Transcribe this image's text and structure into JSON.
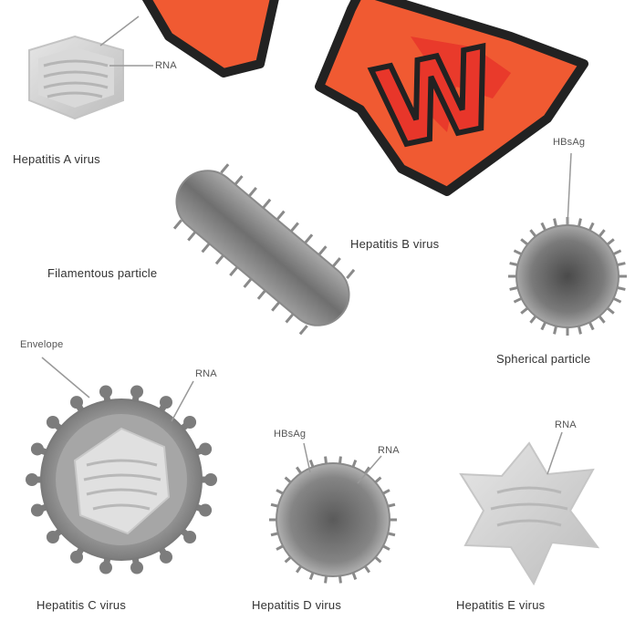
{
  "labels": {
    "hep_a": "Hepatitis A virus",
    "hep_b": "Hepatitis B virus",
    "filamentous": "Filamentous particle",
    "spherical": "Spherical particle",
    "hep_c": "Hepatitis C virus",
    "hep_d": "Hepatitis D virus",
    "hep_e": "Hepatitis E virus",
    "rna_a": "RNA",
    "hbsag": "HBsAg",
    "envelope": "Envelope",
    "rna_c": "RNA",
    "hbsag_d": "HBsAg",
    "rna_d": "RNA",
    "rna_e": "RNA"
  },
  "logo": {
    "text": "W"
  },
  "colors": {
    "logo_fill": "#f05a32",
    "logo_fill_dark": "#e8362a",
    "logo_outline": "#222222",
    "virus_gray": "#8c8c8c",
    "label_text": "#333333"
  }
}
